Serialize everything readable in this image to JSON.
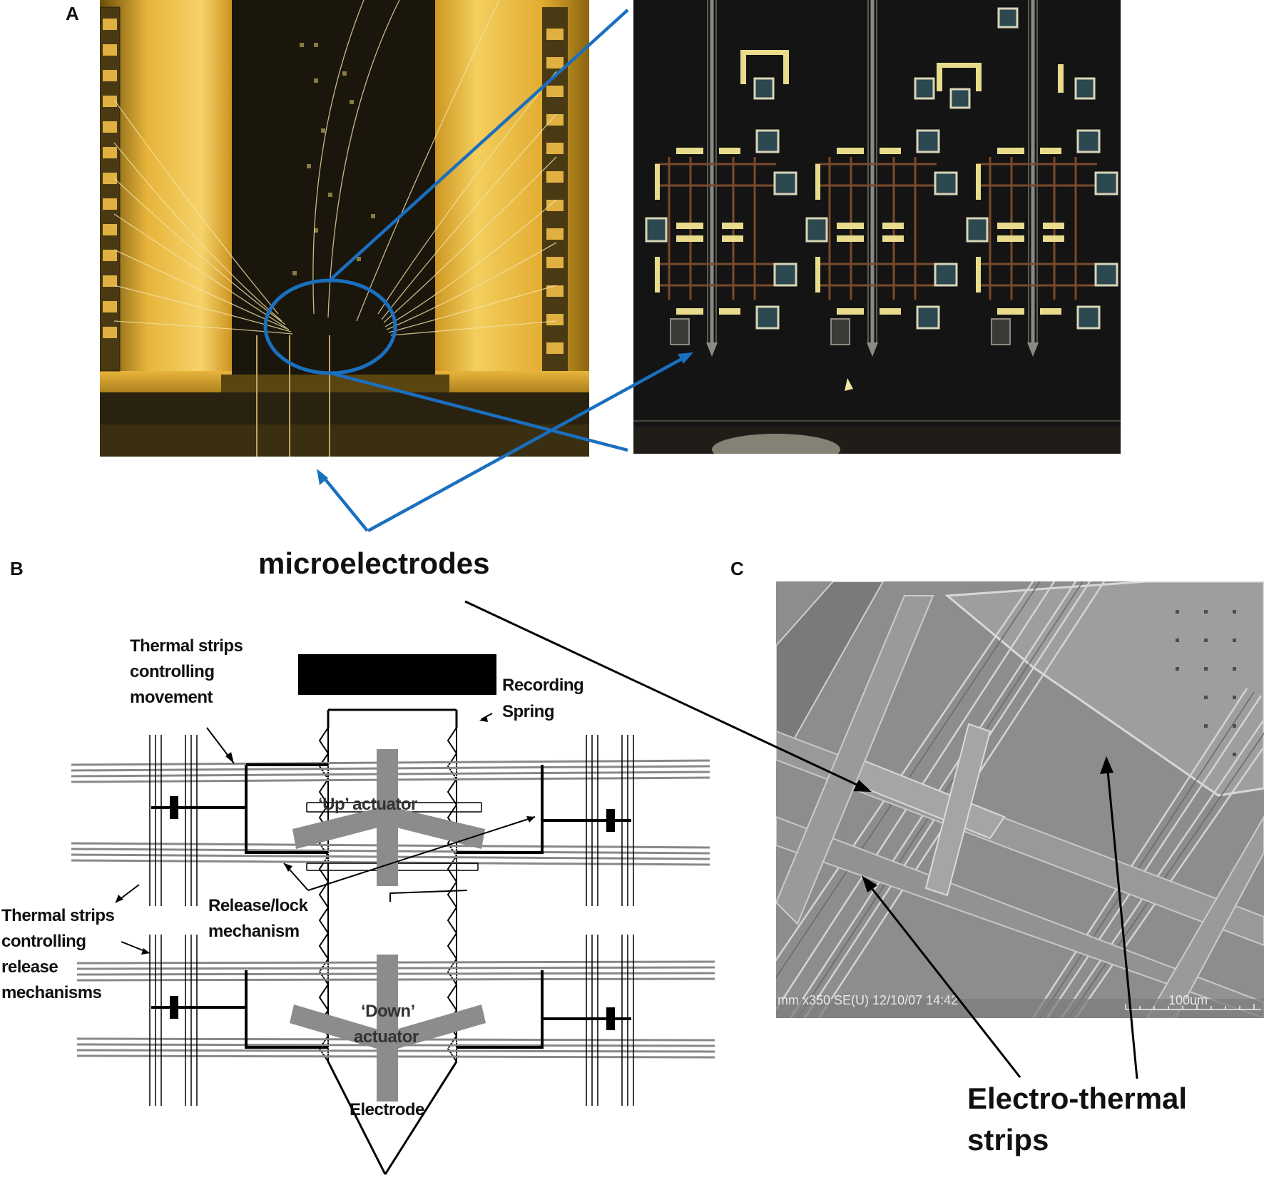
{
  "panels": {
    "a": {
      "letter": "A"
    },
    "b": {
      "letter": "B"
    },
    "c": {
      "letter": "C"
    }
  },
  "callouts": {
    "microelectrodes": "microelectrodes",
    "electro_thermal_line1": "Electro-thermal",
    "electro_thermal_line2": "strips"
  },
  "diagram_b": {
    "thermal_movement_l1": "Thermal strips",
    "thermal_movement_l2": "controlling",
    "thermal_movement_l3": "movement",
    "recording": "Recording",
    "spring": "Spring",
    "up_actuator": "‘Up’ actuator",
    "release_lock_l1": "Release/lock",
    "release_lock_l2": "mechanism",
    "thermal_release_l1": "Thermal strips",
    "thermal_release_l2": "controlling",
    "thermal_release_l3": "release",
    "thermal_release_l4": "mechanisms",
    "down_actuator_l1": "‘Down’",
    "down_actuator_l2": "actuator",
    "electrode": "Electrode"
  },
  "sem": {
    "info": "mm x350 SE(U) 12/10/07 14:42",
    "scale": "100um"
  },
  "colors": {
    "callout_blue": "#1a6fbf",
    "gold": "#d9a21c",
    "chip_dark": "#171510",
    "sem_gray": "#8a8a8a"
  }
}
